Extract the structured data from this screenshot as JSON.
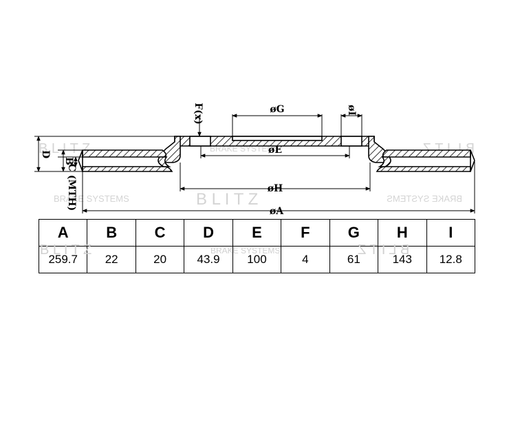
{
  "drawing": {
    "dim_labels": {
      "d": "D",
      "b": "B",
      "c": "C (MTH)",
      "f": "F(x)",
      "g": "øG",
      "i": "øI",
      "e": "øE",
      "h": "øH",
      "a": "øA"
    },
    "watermark": {
      "brand": "B L I T Z",
      "sub": "BRAKE SYSTEMS"
    },
    "hatch_color": "#000000"
  },
  "table": {
    "headers": [
      "A",
      "B",
      "C",
      "D",
      "E",
      "F",
      "G",
      "H",
      "I"
    ],
    "values": [
      "259.7",
      "22",
      "20",
      "43.9",
      "100",
      "4",
      "61",
      "143",
      "12.8"
    ]
  }
}
